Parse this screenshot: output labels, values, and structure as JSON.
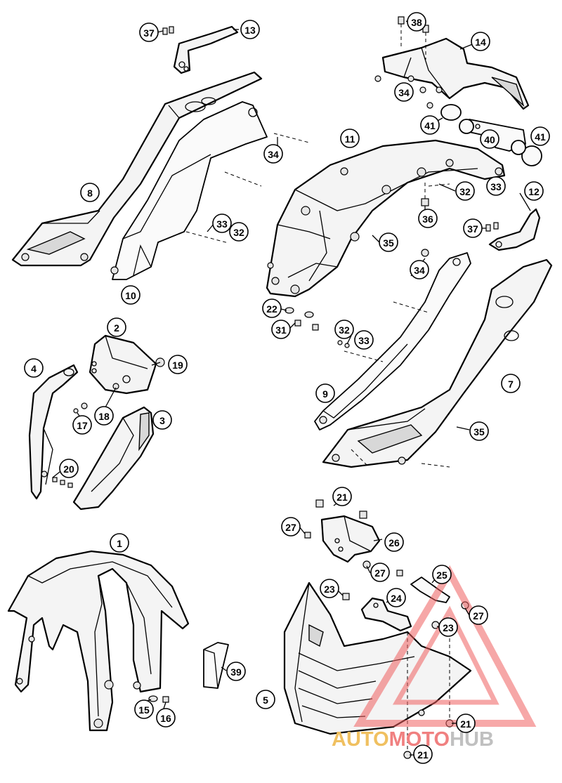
{
  "callouts": [
    {
      "label": "1"
    },
    {
      "label": "2"
    },
    {
      "label": "3"
    },
    {
      "label": "4"
    },
    {
      "label": "5"
    },
    {
      "label": "7"
    },
    {
      "label": "8"
    },
    {
      "label": "9"
    },
    {
      "label": "10"
    },
    {
      "label": "11"
    },
    {
      "label": "12"
    },
    {
      "label": "13"
    },
    {
      "label": "14"
    },
    {
      "label": "15"
    },
    {
      "label": "16"
    },
    {
      "label": "17"
    },
    {
      "label": "18"
    },
    {
      "label": "19"
    },
    {
      "label": "20"
    },
    {
      "label": "21"
    },
    {
      "label": "21"
    },
    {
      "label": "21"
    },
    {
      "label": "22"
    },
    {
      "label": "23"
    },
    {
      "label": "23"
    },
    {
      "label": "24"
    },
    {
      "label": "25"
    },
    {
      "label": "26"
    },
    {
      "label": "27"
    },
    {
      "label": "27"
    },
    {
      "label": "27"
    },
    {
      "label": "31"
    },
    {
      "label": "32"
    },
    {
      "label": "32"
    },
    {
      "label": "32"
    },
    {
      "label": "33"
    },
    {
      "label": "33"
    },
    {
      "label": "33"
    },
    {
      "label": "34"
    },
    {
      "label": "34"
    },
    {
      "label": "34"
    },
    {
      "label": "35"
    },
    {
      "label": "35"
    },
    {
      "label": "36"
    },
    {
      "label": "37"
    },
    {
      "label": "37"
    },
    {
      "label": "38"
    },
    {
      "label": "39"
    },
    {
      "label": "40"
    },
    {
      "label": "41"
    },
    {
      "label": "41"
    }
  ],
  "watermark": {
    "part_auto": "AUTO",
    "part_moto": "MOTO",
    "part_hub": "HUB",
    "color_auto": "#f0c060",
    "color_moto": "#f08080",
    "color_hub": "#c0c0c0",
    "triangle_color": "#f06060"
  }
}
